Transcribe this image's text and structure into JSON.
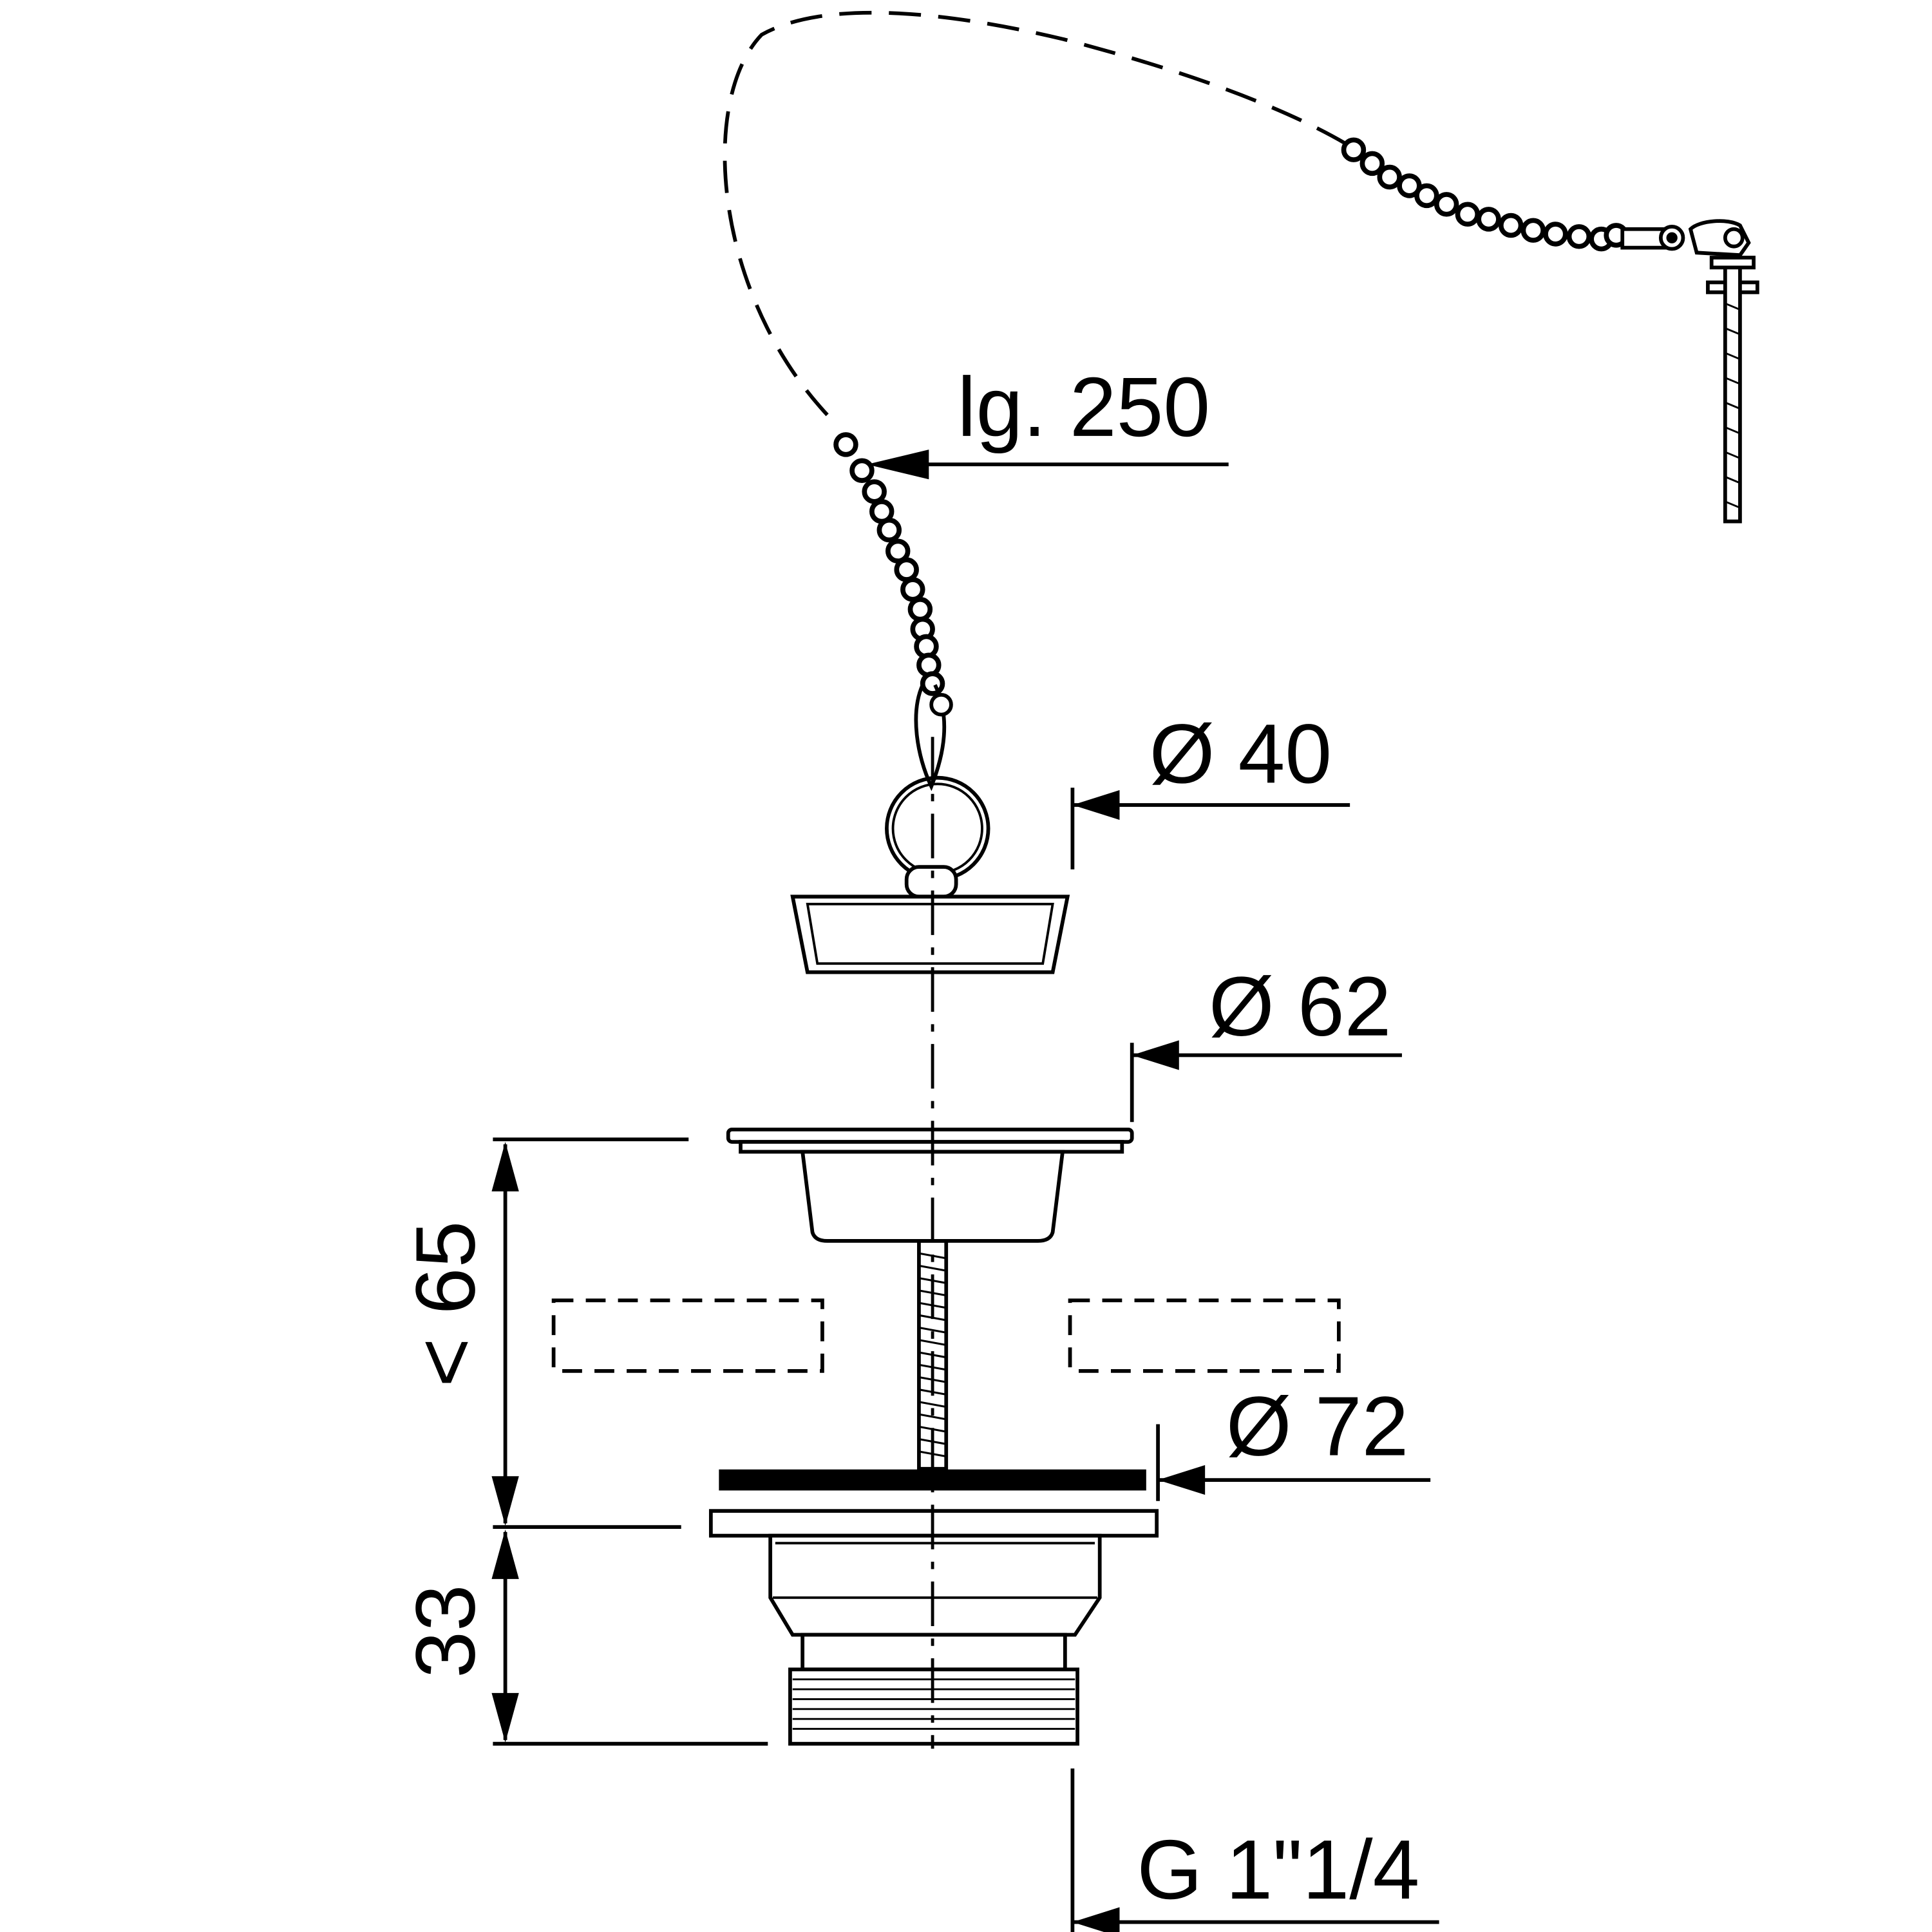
{
  "drawing": {
    "dimensions": {
      "chain_length": "lg. 250",
      "stopper_diameter": "Ø 40",
      "strainer_diameter": "Ø 62",
      "flange_diameter": "Ø 72",
      "max_thickness": "< 65",
      "body_height": "33",
      "thread": "G 1\"1/4"
    },
    "colors": {
      "line": "#000000",
      "background": "#ffffff"
    }
  }
}
